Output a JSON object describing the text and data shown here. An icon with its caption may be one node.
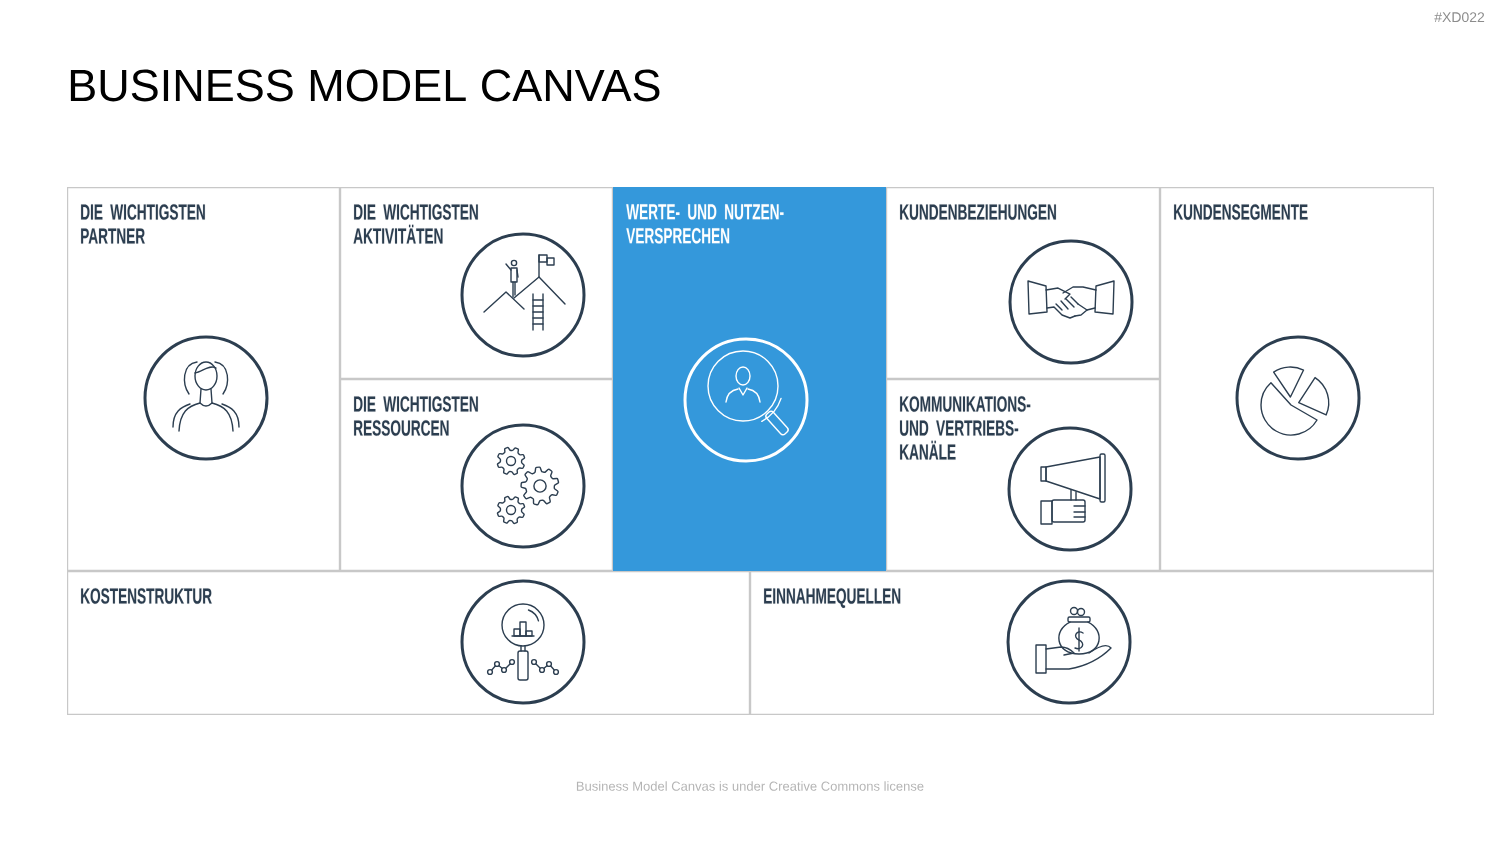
{
  "diagram": {
    "title": "BUSINESS MODEL CANVAS",
    "nodes": [
      {
        "text": [
          "DIE WICHTIGSTEN PARTNER"
        ]
      },
      {
        "text": [
          "DIE WICHTIGSTEN AKTIVITÄTEN"
        ]
      },
      {
        "text": [
          "DIE WICHTIGSTEN RESSOURCEN"
        ]
      },
      {
        "text": [
          "WERTE- UND NUTZEN- VERSPRECHEN"
        ]
      },
      {
        "text": [
          "KUNDENBEZIEHUNGEN"
        ]
      },
      {
        "text": [
          "KOMMUNIKATIONS- UND VERTRIEBS- KANÄLE"
        ]
      },
      {
        "text": [
          "KUNDENSEGMENTE"
        ]
      },
      {
        "text": [
          "KOSTENSTRUKTUR"
        ]
      },
      {
        "text": [
          "EINNAHMEQUELLEN"
        ]
      }
    ],
    "labels": [
      "#XD022",
      "Business Model Canvas is under Creative Commons license"
    ]
  }
}
